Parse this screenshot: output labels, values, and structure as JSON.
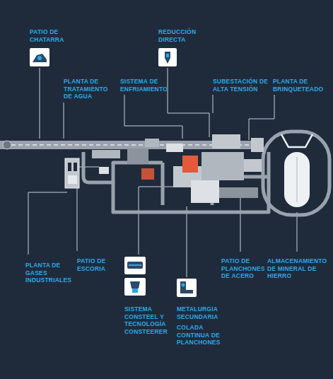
{
  "diagram": {
    "labels": [
      "PATIO DE CHATARRA",
      "REDUCCIÓN DIRECTA",
      "PLANTA DE TRATAMIENTO DE AGUA",
      "SISTEMA DE ENFRIAMIENTO",
      "SUBESTACIÓN DE ALTA TENSIÓN",
      "PLANTA DE BRINQUETEADO",
      "PLANTA DE GASES INDUSTRIALES",
      "PATIO DE ESCORIA",
      "PATIO DE PLANCHONES DE ACERO",
      "ALMACENAMIENTO DE MINERAL DE HIERRO",
      "SISTEMA CONSTEEL Y TECNOLOGÍA CONSTEERER",
      "METALURGIA SECUNDARIA",
      "COLADA CONTINUA DE PLANCHONES"
    ]
  }
}
